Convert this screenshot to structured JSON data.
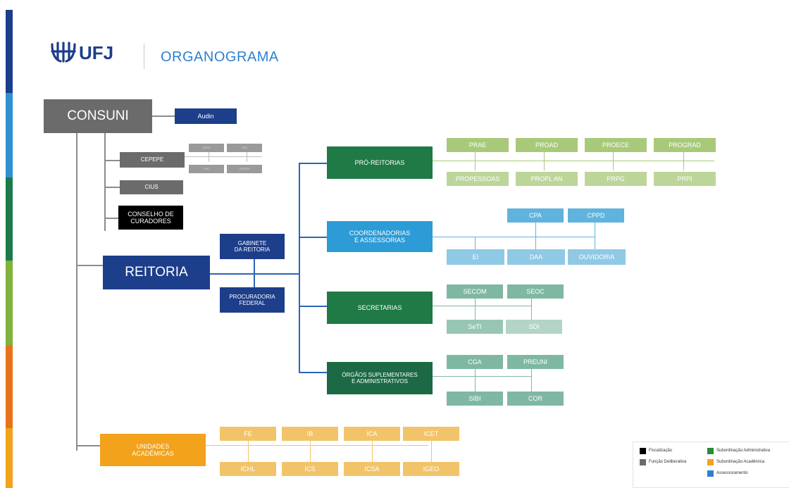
{
  "header": {
    "logo_text": "UFJ",
    "title": "ORGANOGRAMA"
  },
  "colors": {
    "navy": "#1d3e8a",
    "gray": "#6b6b6b",
    "black": "#000000",
    "light_green": "#a9c97a",
    "light_blue": "#5fb3dc",
    "green": "#1f7a45",
    "teal": "#7fb8a2",
    "dark_green": "#1b6a45",
    "orange": "#f2a21b",
    "light_orange": "#f2c46a",
    "line_blue": "#2b65b8",
    "line_gray": "#8c8c8c",
    "stripe": [
      "#1b3e8c",
      "#2f8fd0",
      "#1a7a4a",
      "#7fb23a",
      "#e8731c",
      "#f3a21b"
    ]
  },
  "nodes": {
    "consuni": "CONSUNI",
    "audin": "Audin",
    "cepepe": "CEPEPE",
    "cepepe_sub": [
      "CEPE",
      "CEU",
      "CPC",
      "CPESPI"
    ],
    "cius": "CIUS",
    "conselho": "CONSELHO DE\nCURADORES",
    "reitoria": "REITORIA",
    "gabinete": "GABINETE\nDA REITORIA",
    "procuradoria": "PROCURADORIA\nFEDERAL",
    "pro_reitorias": "PRÓ-REITORIAS",
    "pro_top": [
      "PRAE",
      "PROAD",
      "PROECE",
      "PROGRAD"
    ],
    "pro_bottom": [
      "PROPESSOAS",
      "PROPL AN",
      "PRPG",
      "PRPI"
    ],
    "coord": "COORDENADORIAS\nE ASSESSORIAS",
    "coord_top": [
      "CPA",
      "CPPD"
    ],
    "coord_bottom": [
      "EI",
      "DAA",
      "OUVIDORIA"
    ],
    "secretarias": "SECRETARIAS",
    "sec_top": [
      "SECOM",
      "SEOC"
    ],
    "sec_bottom": [
      "SeTI",
      "SDI"
    ],
    "orgaos": "ÓRGÃOS SUPLEMENTARES\nE ADMINISTRATIVOS",
    "org_top": [
      "CGA",
      "PREUNI"
    ],
    "org_bottom": [
      "SIBI",
      "COR"
    ],
    "unidades": "UNIDADES\nACADÊMICAS",
    "uni_top": [
      "FE",
      "IB",
      "ICA",
      "ICET"
    ],
    "uni_bottom": [
      "ICHL",
      "ICS",
      "ICSA",
      "IGEO"
    ]
  },
  "legend": [
    {
      "label": "Fiscalização",
      "color": "#000000"
    },
    {
      "label": "Subordinação Administrativa",
      "color": "#2a8a3a"
    },
    {
      "label": "Função Deliberativa",
      "color": "#6b6b6b"
    },
    {
      "label": "Subordinação Acadêmica",
      "color": "#f2a21b"
    },
    {
      "label": "Assessoramento",
      "color": "#2f7fd0"
    }
  ]
}
